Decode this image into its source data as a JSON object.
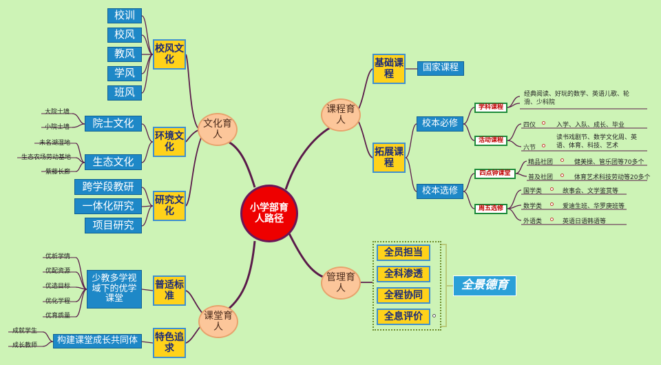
{
  "center": "小学部育人路径",
  "branches": {
    "culture": {
      "label": "文化育人",
      "subs": [
        {
          "label": "校风文化",
          "items": [
            "校训",
            "校风",
            "教风",
            "学风",
            "班风"
          ]
        },
        {
          "label": "环境文化",
          "items": [
            {
              "label": "院士文化",
              "leaves": [
                "大院士墙",
                "小院士墙"
              ]
            },
            {
              "label": "生态文化",
              "leaves": [
                "未名湖湿地",
                "生态农场劳动基地",
                "紫藤长廊"
              ]
            }
          ]
        },
        {
          "label": "研究文化",
          "items": [
            "跨学段教研",
            "一体化研究",
            "项目研究"
          ]
        }
      ]
    },
    "classroom": {
      "label": "课堂育人",
      "subs": [
        {
          "label": "普适标准",
          "item": "少教多学视域下的优学课堂",
          "leaves": [
            "优析学情",
            "优配资源",
            "优选目标",
            "优化学程",
            "优育质量"
          ]
        },
        {
          "label": "特色追求",
          "item": "构建课堂成长共同体",
          "leaves": [
            "成就学生",
            "成长教师"
          ]
        }
      ]
    },
    "curriculum": {
      "label": "课程育人",
      "subs": [
        {
          "label": "基础课程",
          "item": "国家课程"
        },
        {
          "label": "拓展课程",
          "items": [
            {
              "label": "校本必修",
              "tags": [
                {
                  "label": "学科课程",
                  "text": "经典阅读、好玩的数学、英语儿歌、轮滑、少科院"
                },
                {
                  "label": "活动课程",
                  "rows": [
                    {
                      "key": "四仪",
                      "text": "入学、入队、成长、毕业"
                    },
                    {
                      "key": "六节",
                      "text": "读书戏剧节、数学文化周、英语、体育、科技、艺术"
                    }
                  ]
                }
              ]
            },
            {
              "label": "校本选修",
              "tags": [
                {
                  "label": "四点钟课堂",
                  "rows": [
                    {
                      "key": "精品社团",
                      "text": "健美操、管乐团等70多个"
                    },
                    {
                      "key": "普及社团",
                      "text": "体育艺术科技劳动等20多个"
                    }
                  ]
                },
                {
                  "label": "周五选修",
                  "rows": [
                    {
                      "key": "国学类",
                      "text": "故事会、文学鉴赏等"
                    },
                    {
                      "key": "数学类",
                      "text": "爱迪生班、华罗庚班等"
                    },
                    {
                      "key": "外语类",
                      "text": "英语日语韩语等"
                    }
                  ]
                }
              ]
            }
          ]
        }
      ]
    },
    "management": {
      "label": "管理育人",
      "items": [
        "全员担当",
        "全科渗透",
        "全程协同",
        "全息评价"
      ],
      "summary": "全景德育"
    }
  },
  "colors": {
    "background": "#cdf3b6",
    "center_fill": "#ee0000",
    "center_border": "#6b1657",
    "branch_fill": "#fcc69a",
    "sub_fill": "#ffd21a",
    "item_fill": "#1e88c7",
    "connector": "#5a1a4a"
  }
}
